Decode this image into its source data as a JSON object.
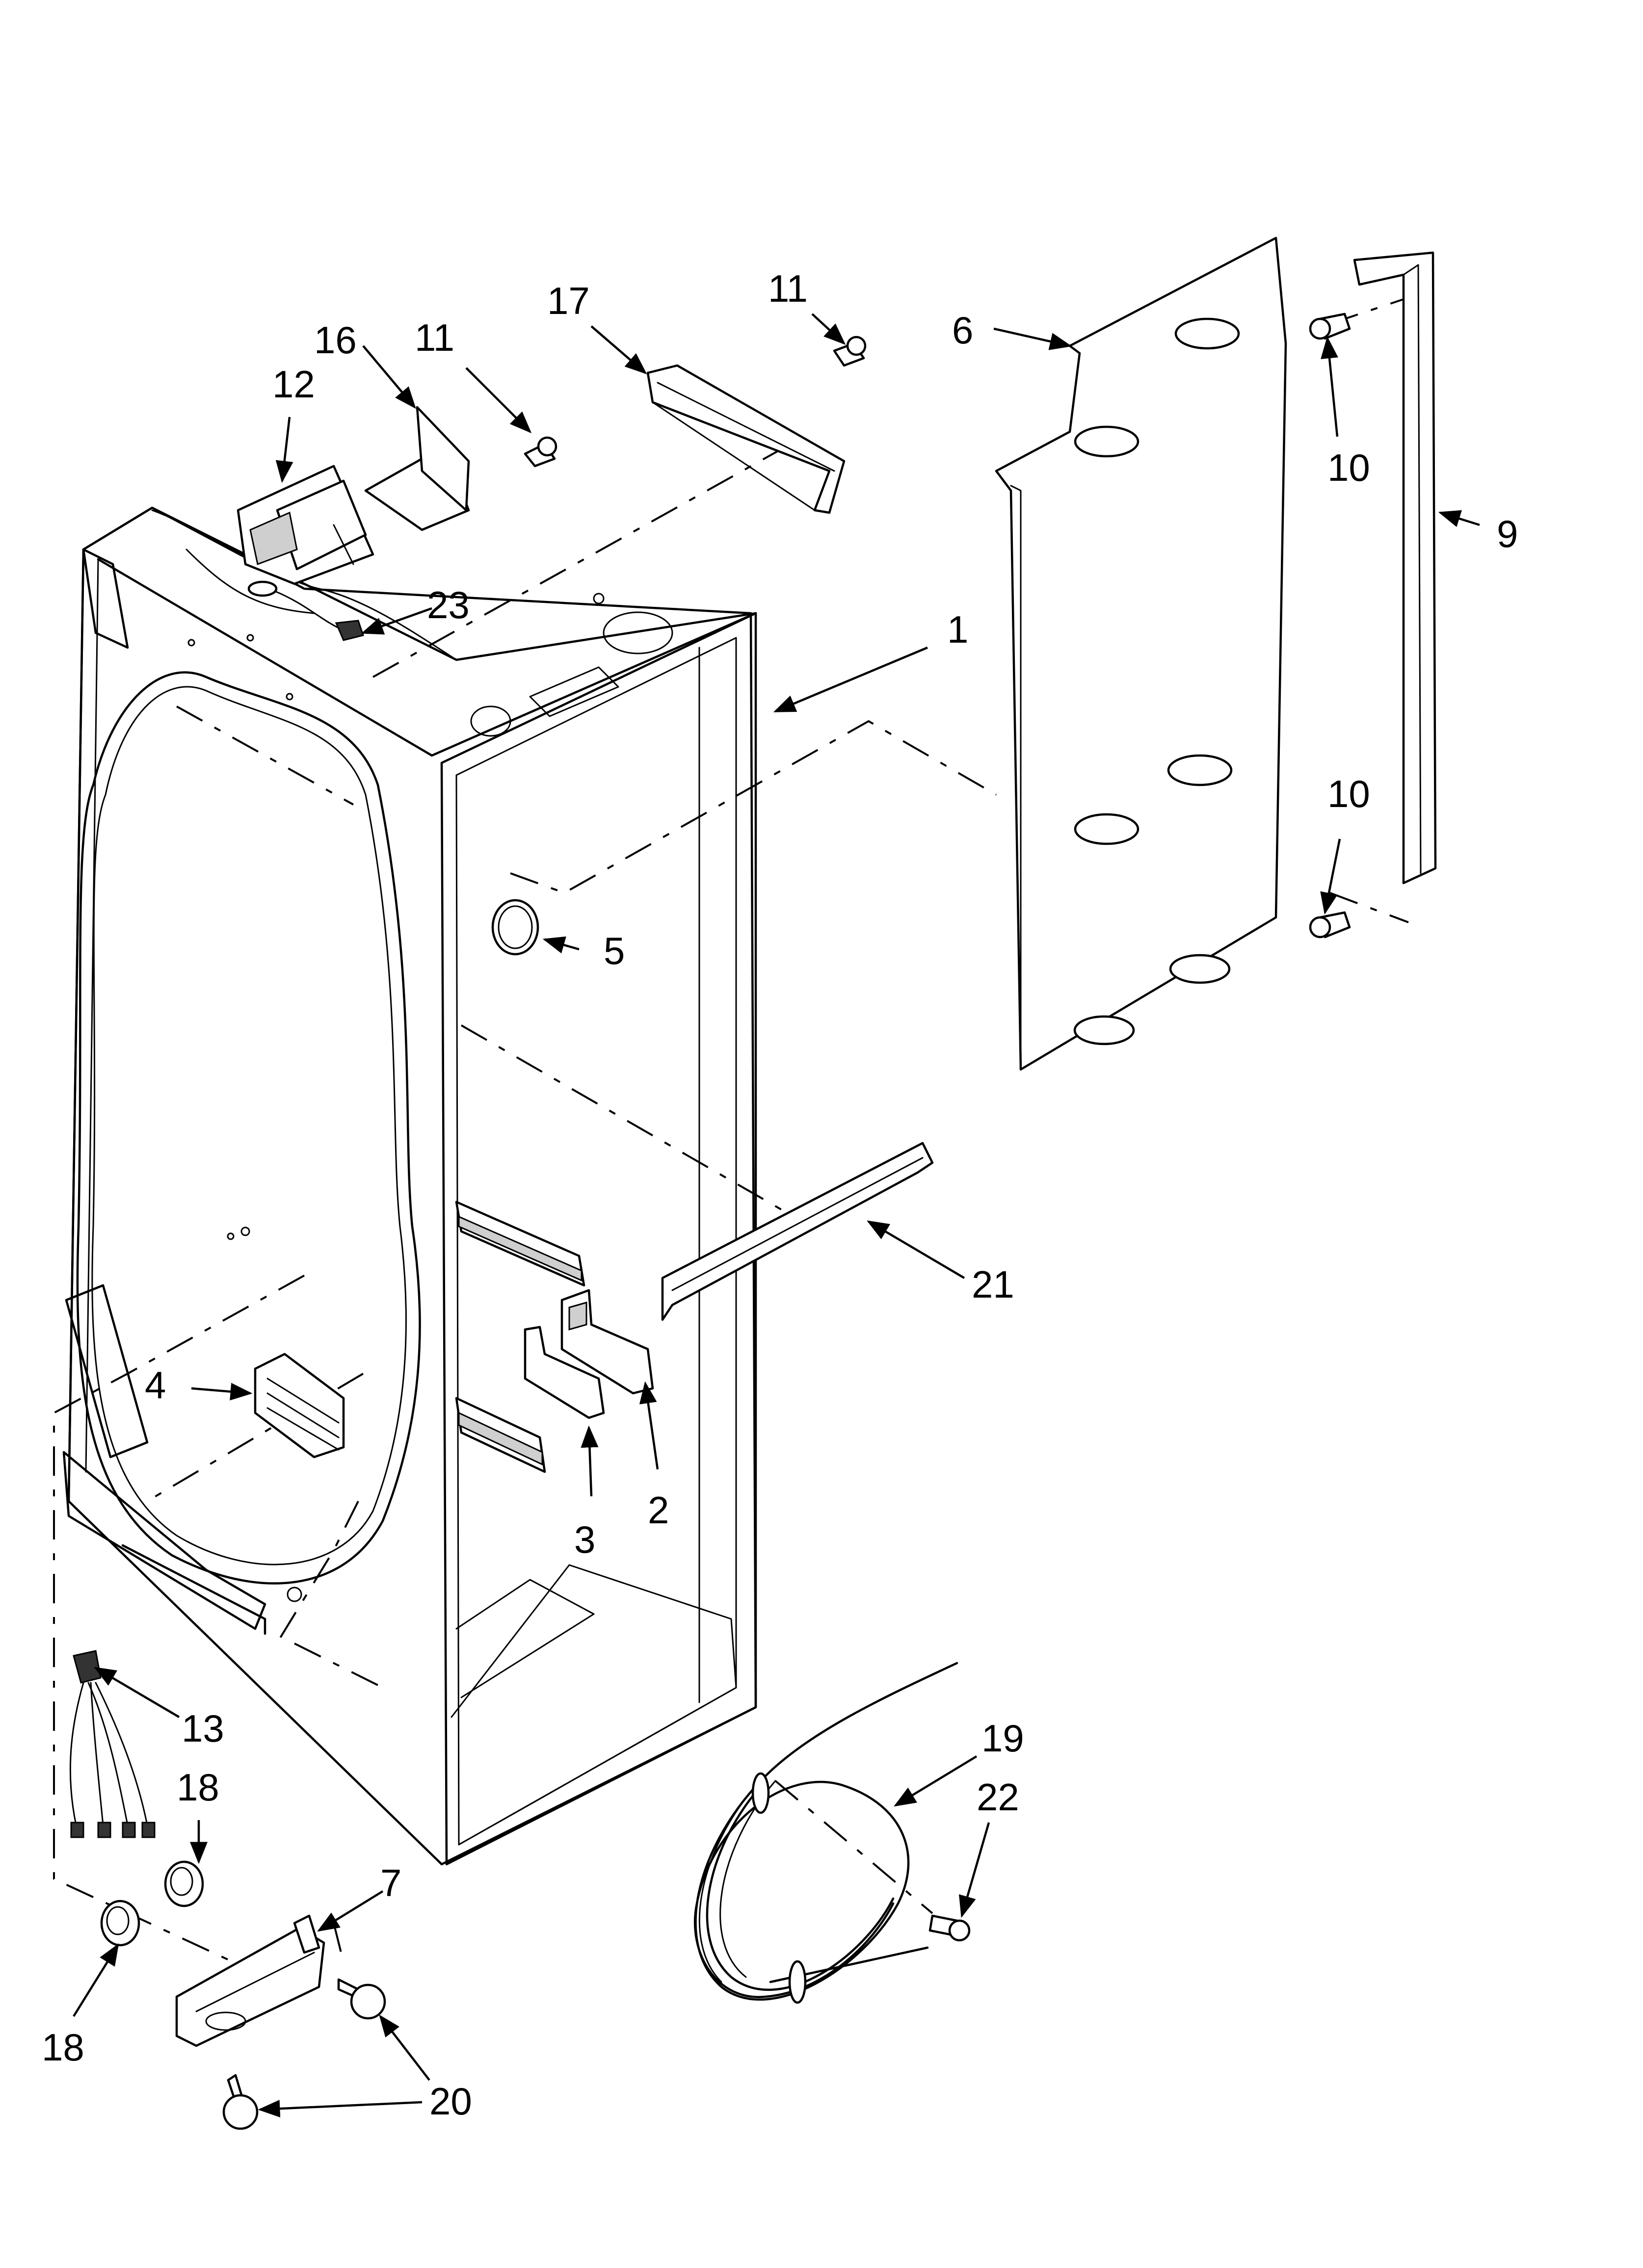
{
  "diagram": {
    "callouts": [
      "1",
      "2",
      "3",
      "4",
      "5",
      "6",
      "7",
      "9",
      "10",
      "10",
      "11",
      "11",
      "12",
      "13",
      "16",
      "17",
      "18",
      "18",
      "19",
      "20",
      "21",
      "22",
      "23"
    ]
  }
}
